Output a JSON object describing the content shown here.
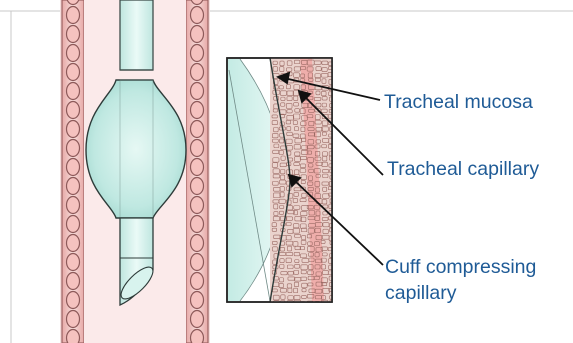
{
  "labels": {
    "mucosa": "Tracheal mucosa",
    "capillary": "Tracheal capillary",
    "cuff_line1": "Cuff compressing",
    "cuff_line2": "capillary"
  },
  "colors": {
    "label_text": "#1f5b96",
    "wall_pink": "#f2c9c8",
    "wall_outline": "#8e5a5a",
    "cuff_fill": "#c6ece6",
    "tube_fill": "#d6f1ed",
    "tissue": "#e8cfc9",
    "capillary": "#f1a9a7",
    "arrow": "#111111"
  },
  "icons": {
    "trachea": "trachea-cross-section",
    "tube": "endotracheal-tube-with-cuff",
    "inset": "magnified-mucosa-inset"
  }
}
